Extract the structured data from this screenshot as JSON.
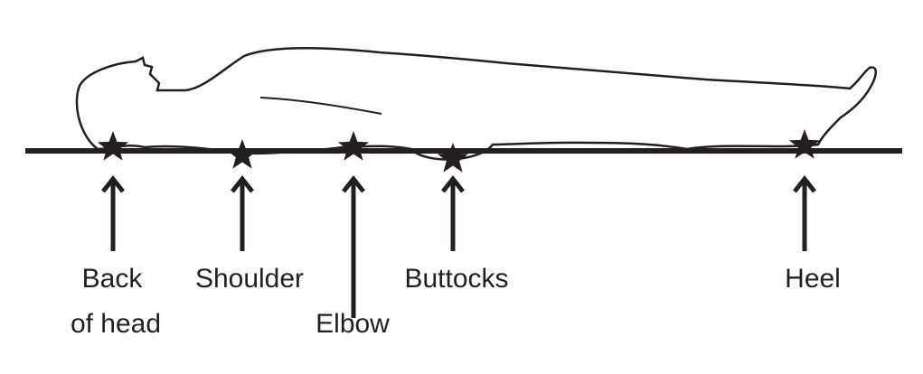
{
  "title": "Pressure points in supine position",
  "labels": {
    "back_of_head_line1": "Back",
    "back_of_head_line2": "of head",
    "shoulder": "Shoulder",
    "elbow": "Elbow",
    "buttocks": "Buttocks",
    "heel": "Heel"
  },
  "colors": {
    "ink": "#231f20"
  }
}
